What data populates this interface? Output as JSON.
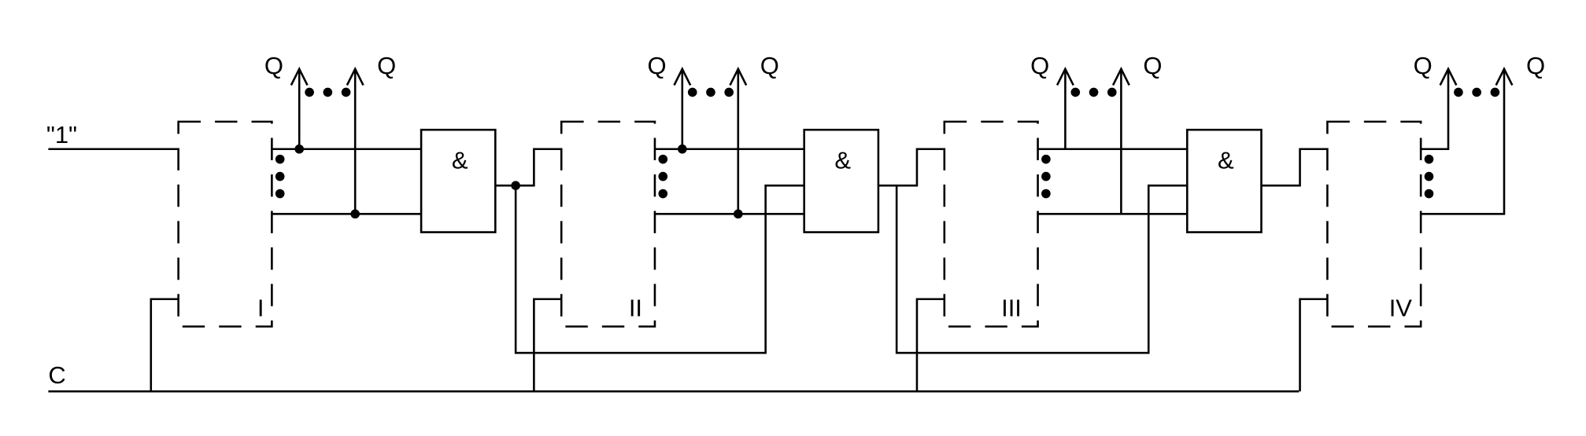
{
  "input_one_label": "\"1\"",
  "clock_label": "C",
  "output_label": "Q",
  "gate_label": "&",
  "stages": [
    {
      "numeral": "I"
    },
    {
      "numeral": "II"
    },
    {
      "numeral": "III"
    },
    {
      "numeral": "IV"
    }
  ],
  "gates": [
    "&",
    "&",
    "&"
  ]
}
